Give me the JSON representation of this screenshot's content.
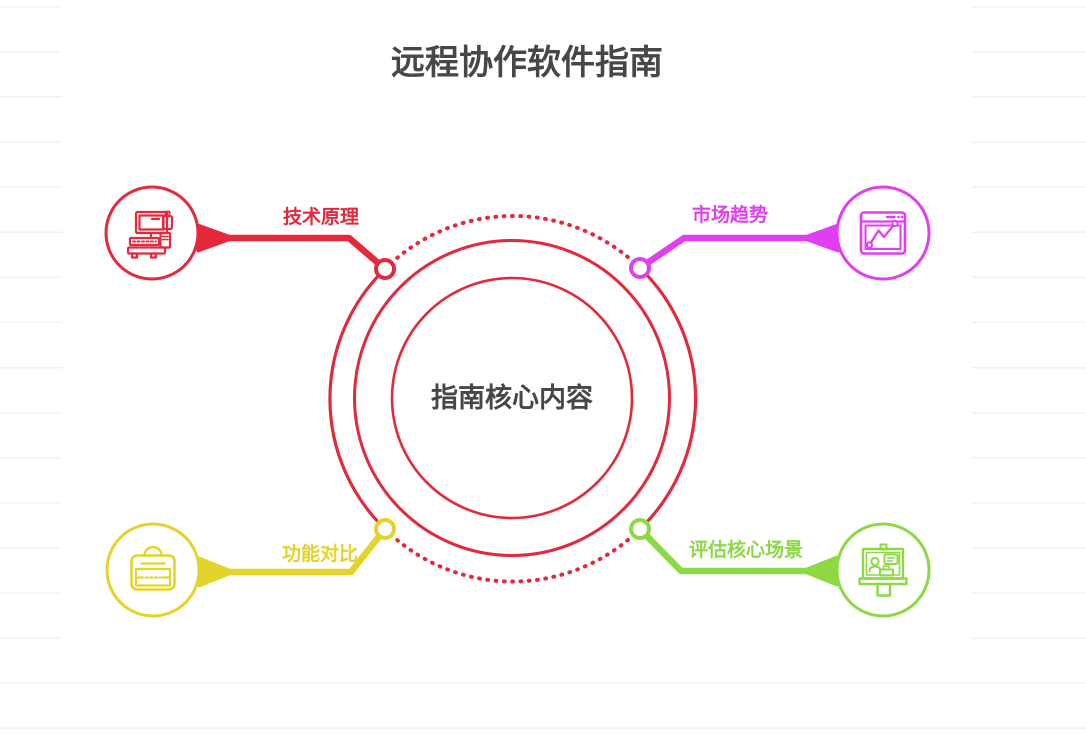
{
  "title": "远程协作软件指南",
  "center": {
    "label": "指南核心内容"
  },
  "branches": [
    {
      "label": "技术原理",
      "color": "#e4293d",
      "icon": "workstation-icon",
      "position": "top-left"
    },
    {
      "label": "市场趋势",
      "color": "#e13ef2",
      "icon": "trend-chart-icon",
      "position": "top-right"
    },
    {
      "label": "功能对比",
      "color": "#e4d32b",
      "icon": "briefcase-icon",
      "position": "bottom-left"
    },
    {
      "label": "评估核心场景",
      "color": "#8cd943",
      "icon": "presentation-icon",
      "position": "bottom-right"
    }
  ],
  "colors": {
    "hub_ring": "#e4293d",
    "red": "#e4293d",
    "magenta": "#e13ef2",
    "yellow": "#e4d32b",
    "green": "#8cd943",
    "heading_text": "#474747",
    "ruled_line": "#f2f2f2",
    "canvas": "#ffffff"
  }
}
